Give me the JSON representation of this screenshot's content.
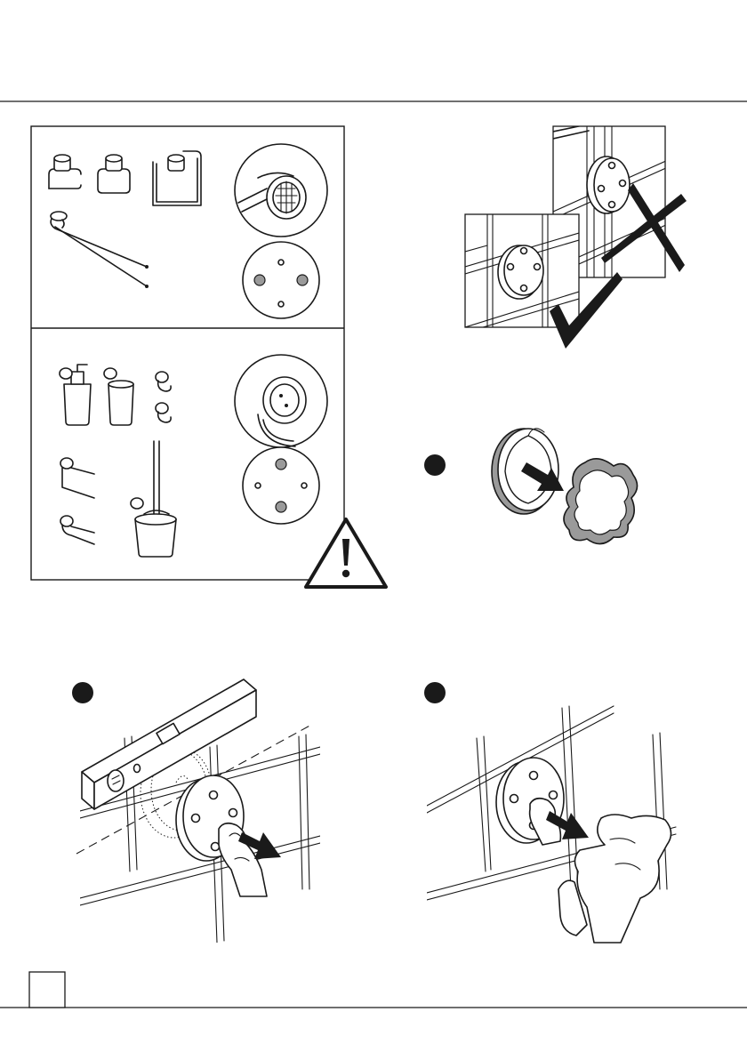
{
  "document": {
    "type": "installation-instructions",
    "text": [],
    "page_number": ""
  },
  "figures": [
    {
      "name": "accessory-overview",
      "groups": [
        "round-hole-pattern",
        "alternate-hole-pattern"
      ],
      "warning_icon": "warning-triangle-icon"
    },
    {
      "name": "tile-placement",
      "icons": [
        "wrong-cross-icon",
        "correct-check-icon"
      ]
    },
    {
      "name": "step-remove-protective-film",
      "icon": "step-bullet-icon"
    },
    {
      "name": "step-level-and-press",
      "icon": "step-bullet-icon"
    },
    {
      "name": "step-press-firmly",
      "icon": "step-bullet-icon"
    }
  ],
  "colors": {
    "ink": "#1a1a1a",
    "fill_grey": "#9a9a9a",
    "paper": "#ffffff"
  }
}
